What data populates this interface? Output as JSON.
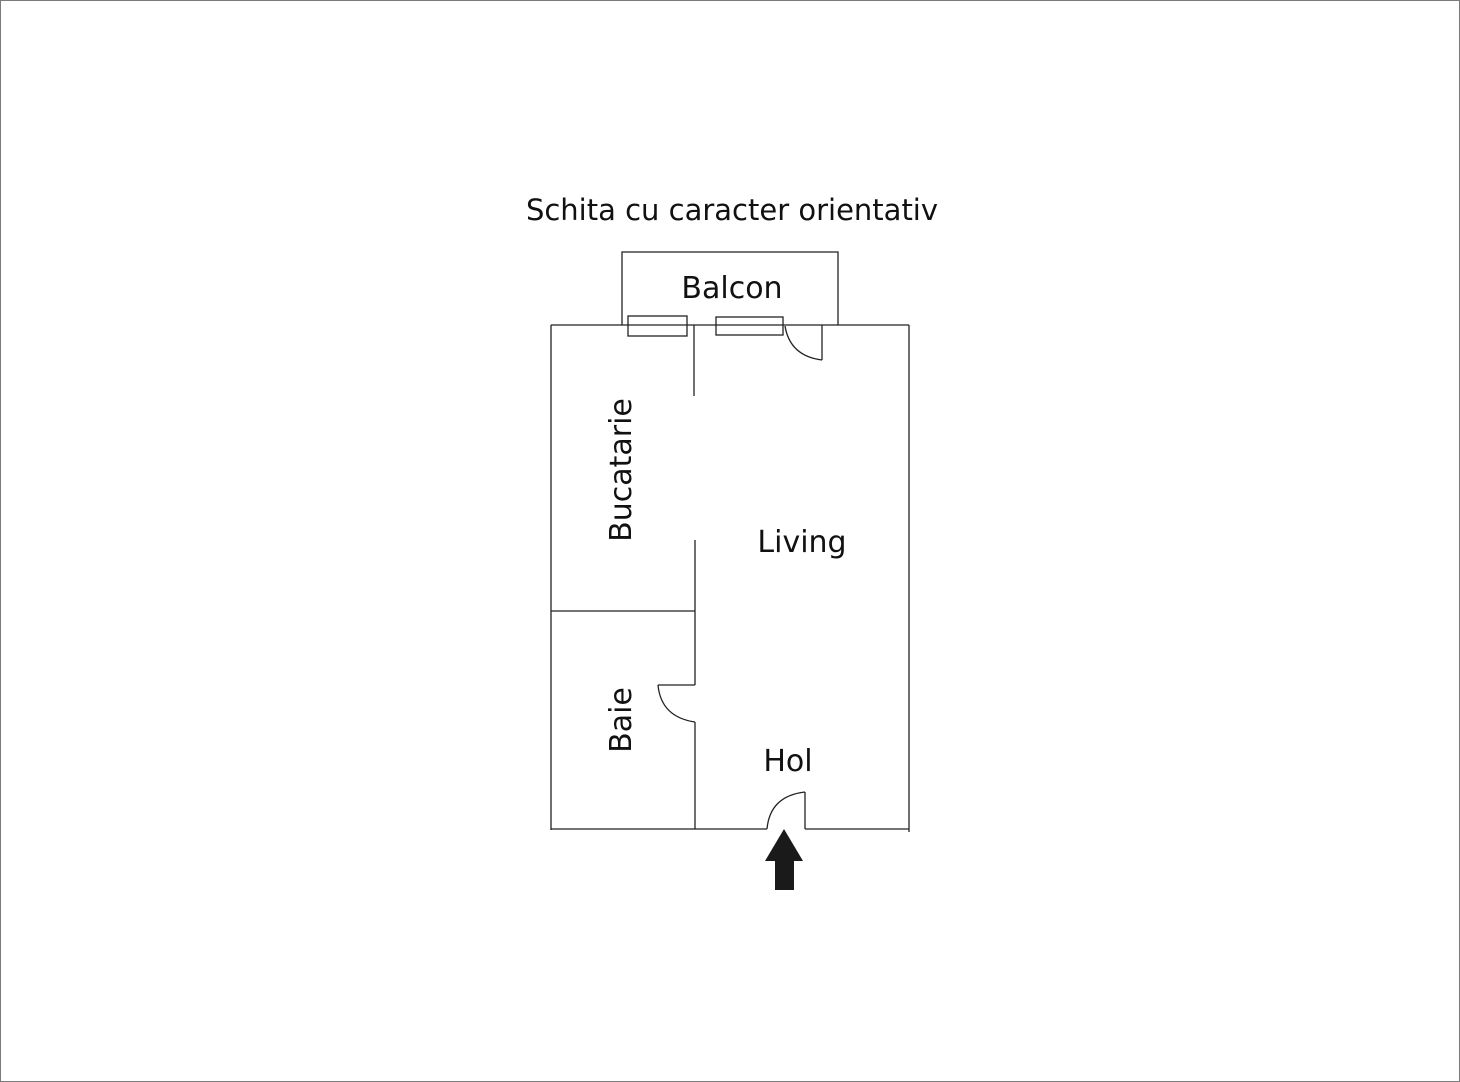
{
  "title": "Schita cu caracter orientativ",
  "rooms": [
    {
      "id": "balcon",
      "label": "Balcon"
    },
    {
      "id": "bucatarie",
      "label": "Bucatarie"
    },
    {
      "id": "living",
      "label": "Living"
    },
    {
      "id": "baie",
      "label": "Baie"
    },
    {
      "id": "hol",
      "label": "Hol"
    }
  ],
  "entrance": {
    "icon": "entrance-arrow-icon",
    "direction": "up"
  },
  "colors": {
    "wall": "#222222",
    "text": "#111111",
    "frame": "#7a7a7a",
    "arrow": "#1a1a1a"
  }
}
